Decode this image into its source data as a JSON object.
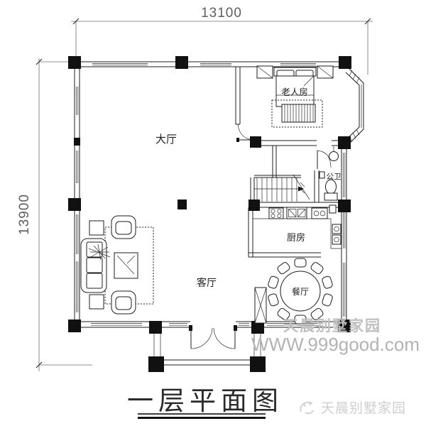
{
  "drawing": {
    "dim_top": "13100",
    "dim_left": "13900",
    "room_labels": {
      "grand_hall": "大厅",
      "elder_room": "老人房",
      "public_bath": "公卫",
      "kitchen": "厨房",
      "dining_room": "餐厅",
      "living_room": "客厅"
    },
    "plan_title": "一层平面图"
  },
  "watermark": {
    "brand_center": "天晨别墅家园",
    "website": "WWW.999good.com",
    "brand_footer": "天晨别墅家园"
  },
  "colors": {
    "ink": "#1c1c1c",
    "dimension_gray": "#5f5f5f",
    "watermark_gray": "#bfbfbf",
    "footer_gray": "#cfcfcf",
    "background": "#ffffff"
  }
}
